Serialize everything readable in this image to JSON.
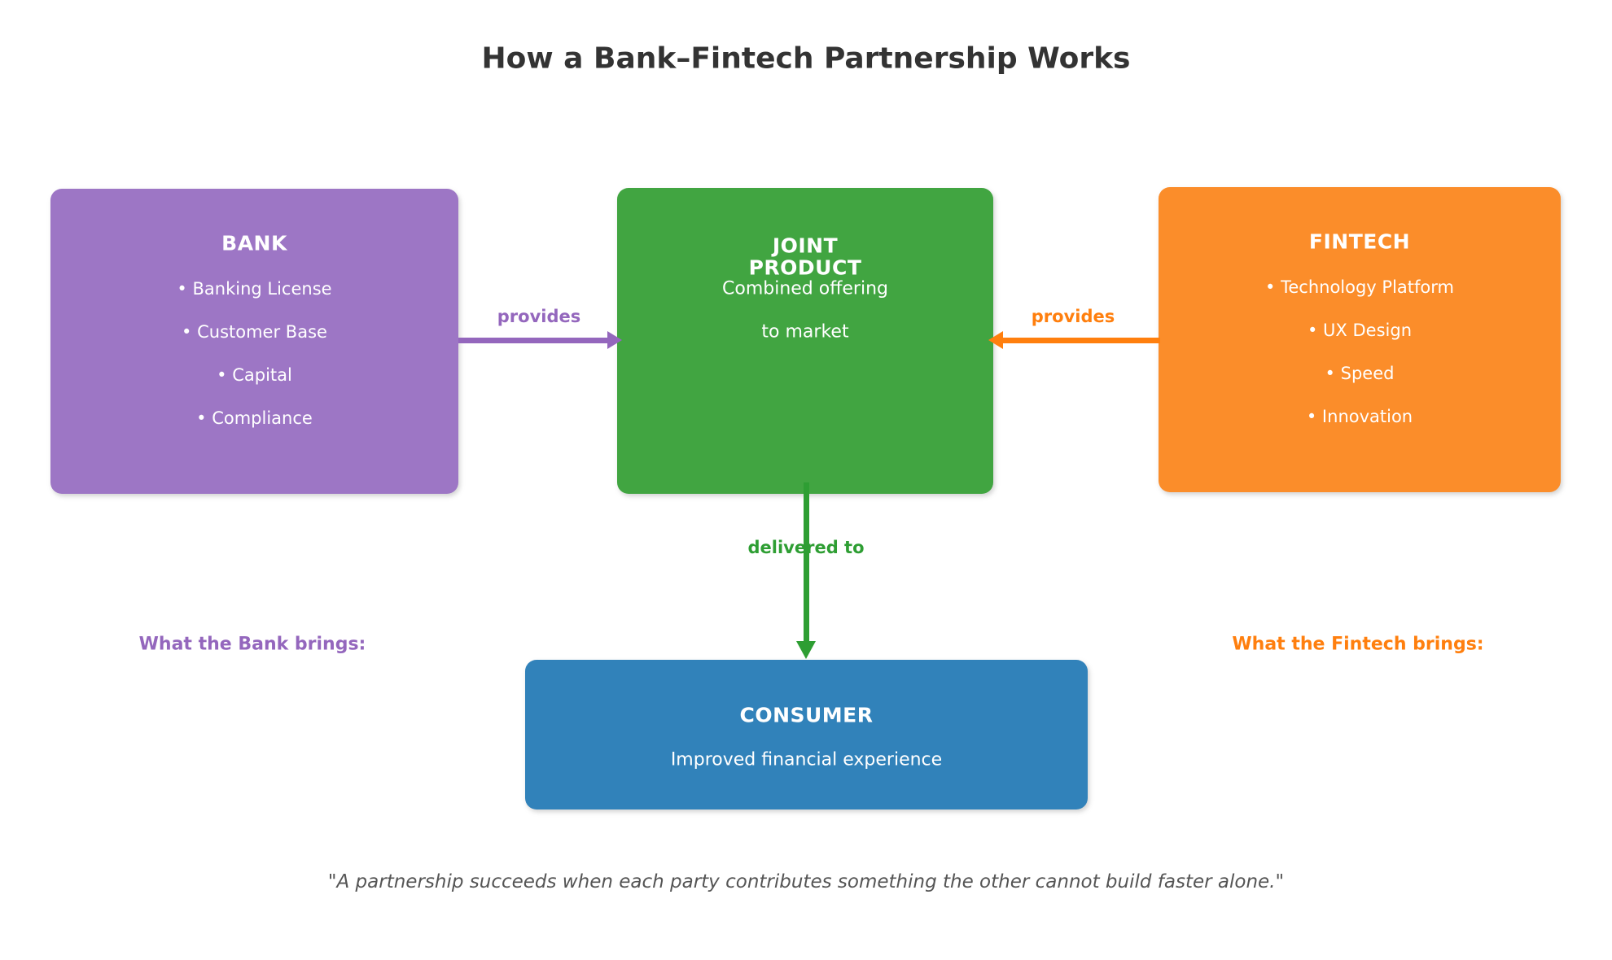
{
  "title": "How a Bank–Fintech Partnership Works",
  "bank": {
    "title": "BANK",
    "items": [
      "• Banking License",
      "• Customer Base",
      "• Capital",
      "• Compliance"
    ],
    "provides_label": "provides",
    "brings_label": "What the Bank brings:"
  },
  "fintech": {
    "title": "FINTECH",
    "items": [
      "• Technology Platform",
      "• UX Design",
      "• Speed",
      "• Innovation"
    ],
    "provides_label": "provides",
    "brings_label": "What the Fintech brings:"
  },
  "joint_product": {
    "title_line1": "JOINT",
    "title_line2": "PRODUCT",
    "subtitle_line1": "Combined offering",
    "subtitle_line2": "to market",
    "delivered_label": "delivered to"
  },
  "consumer": {
    "title": "CONSUMER",
    "subtitle": "Improved financial experience"
  },
  "quote": "\"A partnership succeeds when each party contributes something the other cannot build faster alone.\"",
  "colors": {
    "bank_box": "#9d76c5",
    "bank_accent": "#9467bd",
    "joint_box": "#41a541",
    "joint_accent": "#2e9e33",
    "fintech_box": "#fb8d2a",
    "fintech_accent": "#ff7f0e",
    "consumer_box": "#3182ba",
    "title_text": "#333333",
    "quote_text": "#555555"
  }
}
